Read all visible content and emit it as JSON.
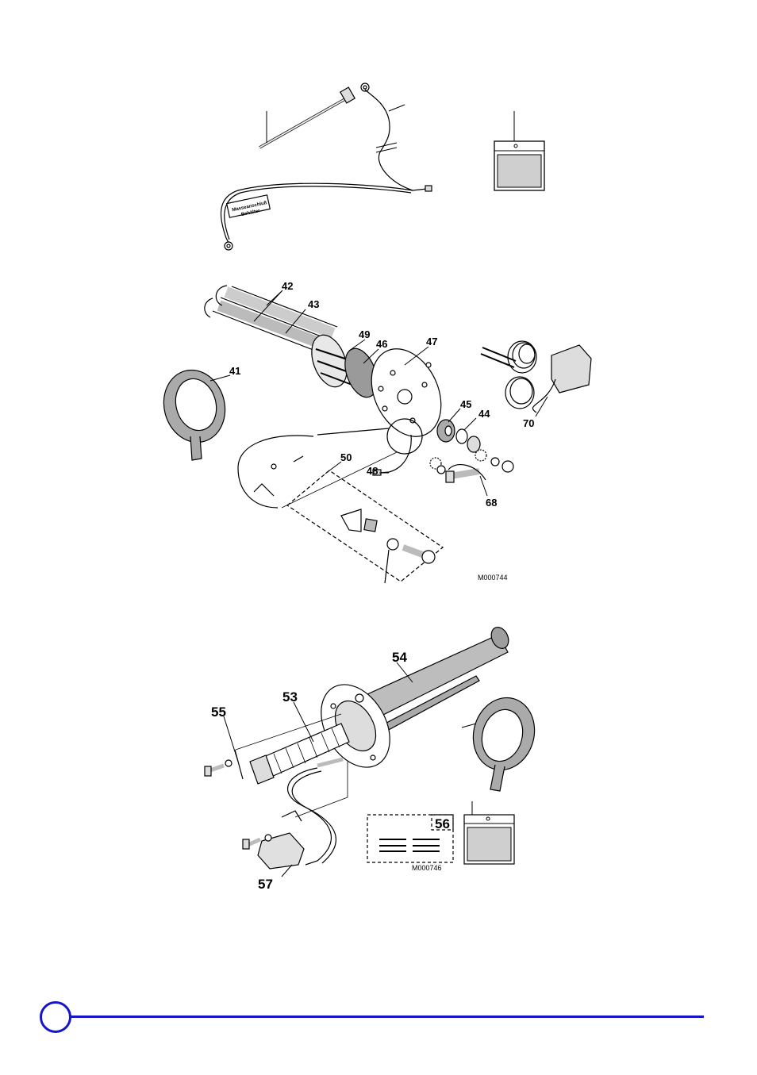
{
  "figure_top": {
    "tag_lines": [
      "Masseanschluß",
      "Behälter"
    ]
  },
  "figure_middle": {
    "callouts": {
      "c41": "41",
      "c42": "42",
      "c43": "43",
      "c44": "44",
      "c45": "45",
      "c46": "46",
      "c47": "47",
      "c48": "48",
      "c49": "49",
      "c50": "50",
      "c68": "68",
      "c70": "70"
    },
    "reference_code": "M000744"
  },
  "figure_bottom": {
    "callouts": {
      "c53": "53",
      "c54": "54",
      "c55": "55",
      "c56": "56",
      "c57": "57"
    },
    "reference_code": "M000746"
  },
  "footer": {
    "page_number": "",
    "accent_color": "#1616c8"
  }
}
